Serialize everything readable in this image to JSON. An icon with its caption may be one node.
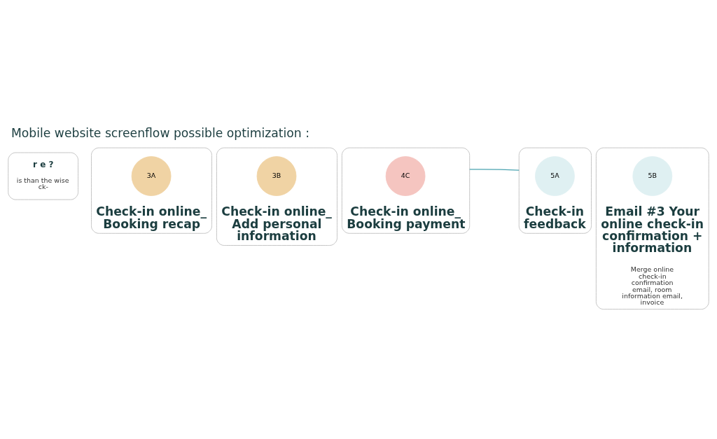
{
  "diagram": {
    "title": "Mobile website screenflow possible optimization :",
    "nodes": [
      {
        "text": [
          "r e ?",
          "is than the wise ck-"
        ]
      },
      {
        "text": [
          "Check-in online_ Booking recap"
        ]
      },
      {
        "text": [
          "3A"
        ],
        "in": 1
      },
      {
        "text": [
          "Check-in online_ Add personal information"
        ]
      },
      {
        "text": [
          "3B"
        ],
        "in": 3
      },
      {
        "text": [
          "Check-in online_ Booking payment"
        ]
      },
      {
        "text": [
          "4C"
        ],
        "in": 5
      },
      {
        "text": [
          "Check-in feedback"
        ]
      },
      {
        "text": [
          "5A"
        ],
        "in": 7
      },
      {
        "text": [
          "Email #3 Your online check-in confirmation + information",
          "Merge online check-in confirmation email, room information email, invoice"
        ]
      },
      {
        "text": [
          "5B"
        ],
        "in": 9
      }
    ],
    "edges": [
      {
        "from": 5,
        "to": 7,
        "arrow": "none"
      }
    ]
  }
}
